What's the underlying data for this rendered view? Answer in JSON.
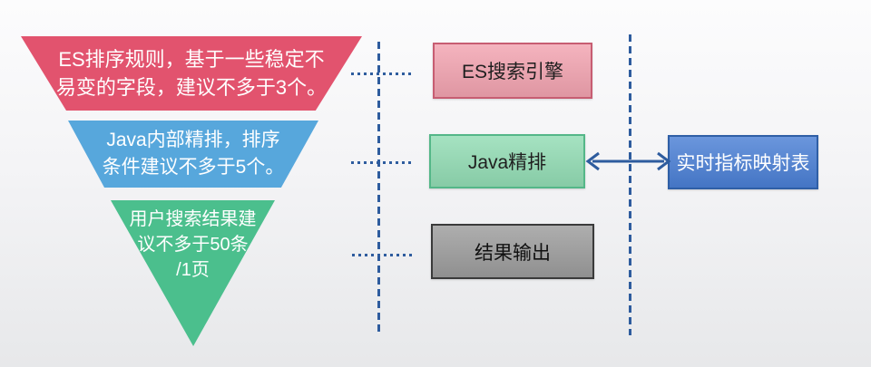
{
  "funnel": {
    "layers": [
      {
        "name": "es-sort-rules",
        "fill": "#e2536e",
        "text_color": "#ffffff",
        "lines": [
          "ES排序规则，基于一些稳定不",
          "易变的字段，建议不多于3个。"
        ]
      },
      {
        "name": "java-internal-rerank",
        "fill": "#57a7dc",
        "text_color": "#ffffff",
        "lines": [
          "Java内部精排，排序",
          "条件建议不多于5个。"
        ]
      },
      {
        "name": "user-search-results",
        "fill": "#4bbf8d",
        "text_color": "#ffffff",
        "lines": [
          "用户搜索结果建",
          "议不多于50条",
          "/1页"
        ]
      }
    ]
  },
  "boxes": [
    {
      "name": "es-search-engine",
      "label": "ES搜索引擎",
      "fill": "#f2a3b0",
      "border": "#c75d72",
      "text_color": "#1f1f1f"
    },
    {
      "name": "java-rerank",
      "label": "Java精排",
      "fill": "#92dcb4",
      "border": "#54b788",
      "text_color": "#1f1f1f"
    },
    {
      "name": "result-output",
      "label": "结果输出",
      "fill": "#9c9c9c",
      "border": "#3a3a3a",
      "text_color": "#111111"
    },
    {
      "name": "realtime-metric-map",
      "label": "实时指标映射表",
      "fill": "#4a7fd5",
      "border": "#2f5fa6",
      "text_color": "#ffffff"
    }
  ],
  "connectors": {
    "line_color": "#2e5c9e"
  }
}
